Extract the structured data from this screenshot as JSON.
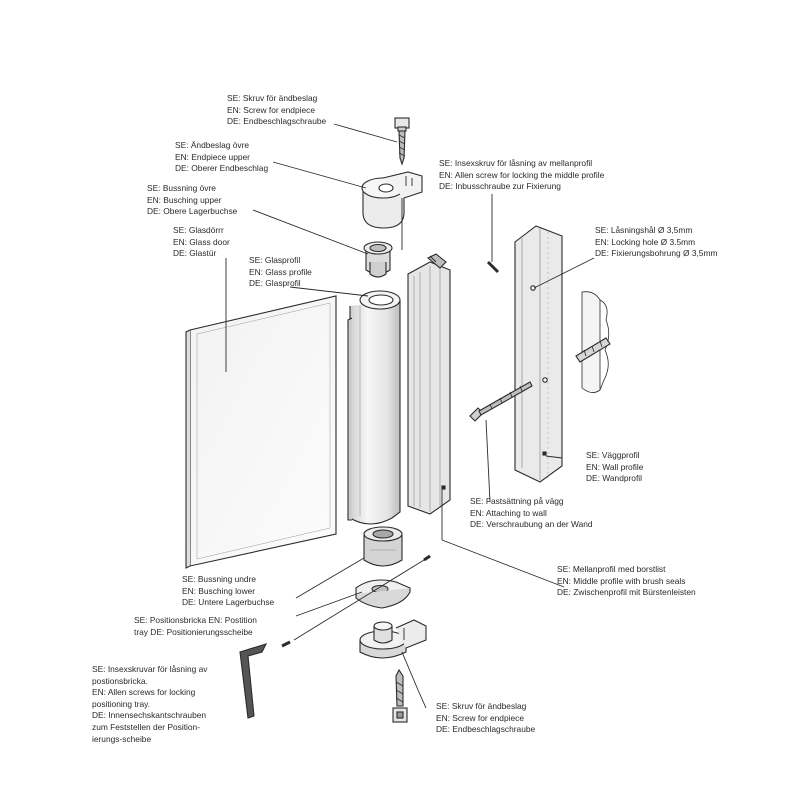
{
  "labels": {
    "screw_top": [
      "SE: Skruv för ändbeslag",
      "EN: Screw for endpiece",
      "DE: Endbeschlagschraube"
    ],
    "endpiece_upper": [
      "SE: Ändbeslag övre",
      "EN: Endpiece upper",
      "DE: Oberer Endbeschlag"
    ],
    "bushing_upper": [
      "SE: Bussning övre",
      "EN: Busching upper",
      "DE: Obere Lagerbuchse"
    ],
    "glass_door": [
      "SE: Glasdörrr",
      "EN: Glass door",
      "DE: Glastür"
    ],
    "glass_profile": [
      "SE: Glasprofil",
      "EN: Glass profile",
      "DE: Glasprofil"
    ],
    "allen_screw_middle": [
      "SE: Insexskruv för låsning av mellanprofil",
      "EN: Allen screw for locking the middle profile",
      "DE: Inbusschraube zur Fixierung"
    ],
    "locking_hole": [
      "SE: Låsningshål Ø 3,5mm",
      "EN: Locking hole Ø 3.5mm",
      "DE: Fixierungsbohrung Ø 3,5mm"
    ],
    "wall_profile": [
      "SE: Väggprofil",
      "EN: Wall profile",
      "DE: Wandprofil"
    ],
    "attaching_wall": [
      "SE: Fastsättning på vägg",
      "EN: Attaching to wall",
      "DE: Verschraubung an der Wand"
    ],
    "middle_profile": [
      "SE: Mellanprofil med borstlist",
      "EN: Middle profile with brush seals",
      "DE: Zwischenprofil mit Bürstenleisten"
    ],
    "bushing_lower": [
      "SE: Bussning undre",
      "EN: Busching lower",
      "DE: Untere Lagerbuchse"
    ],
    "position_tray": [
      "SE: Positionsbricka EN: Postition",
      "tray  DE: Positionierungsscheibe"
    ],
    "allen_screws_tray": [
      "SE: Insexskruvar för låsning av",
      "postionsbricka.",
      "EN: Allen screws for locking",
      "positioning tray.",
      "DE: Innensechskantschrauben",
      "zum Feststellen der Position-",
      "ierungs-scheibe"
    ],
    "screw_bottom": [
      "SE: Skruv för ändbeslag",
      "EN: Screw for endpiece",
      "DE: Endbeschlagschraube"
    ]
  },
  "colors": {
    "line": "#2b2b2b",
    "part_fill": "#f2f2f2",
    "part_shade": "#d6d6d6",
    "glass_fill": "#fafafa",
    "text": "#2a2a2a"
  }
}
